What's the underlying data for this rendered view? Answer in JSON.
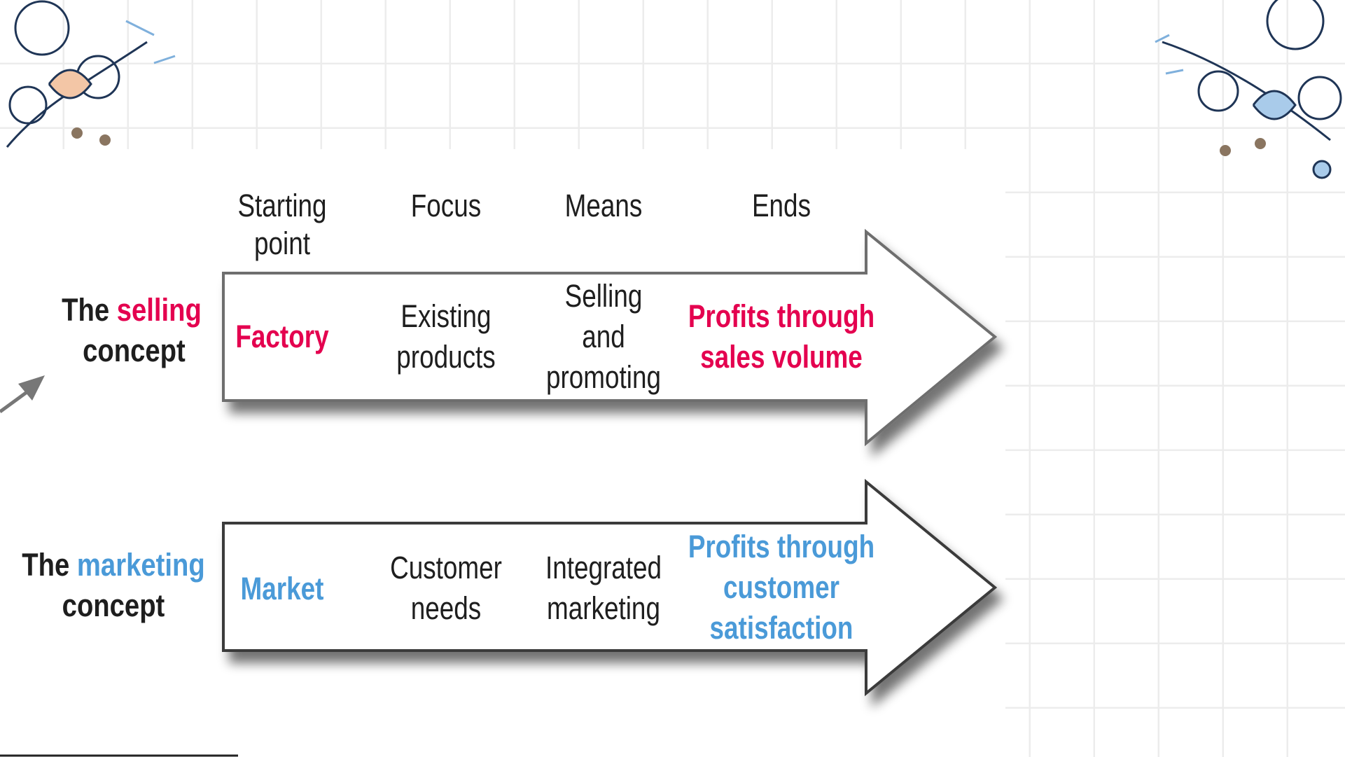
{
  "colors": {
    "selling": "#e4004f",
    "marketing": "#4a9ad8",
    "text": "#1e1e1e"
  },
  "headers": [
    "Starting",
    "point",
    "Focus",
    "Means",
    "Ends"
  ],
  "selling": {
    "label_the": "The",
    "label_word": "selling",
    "label_concept": "concept",
    "starting_point": "Factory",
    "focus": [
      "Existing",
      "products"
    ],
    "means": [
      "Selling",
      "and",
      "promoting"
    ],
    "ends": [
      "Profits through",
      "sales volume"
    ]
  },
  "marketing": {
    "label_the": "The",
    "label_word": "marketing",
    "label_concept": "concept",
    "starting_point": "Market",
    "focus": [
      "Customer",
      "needs"
    ],
    "means": [
      "Integrated",
      "marketing"
    ],
    "ends": [
      "Profits through",
      "customer",
      "satisfaction"
    ]
  }
}
